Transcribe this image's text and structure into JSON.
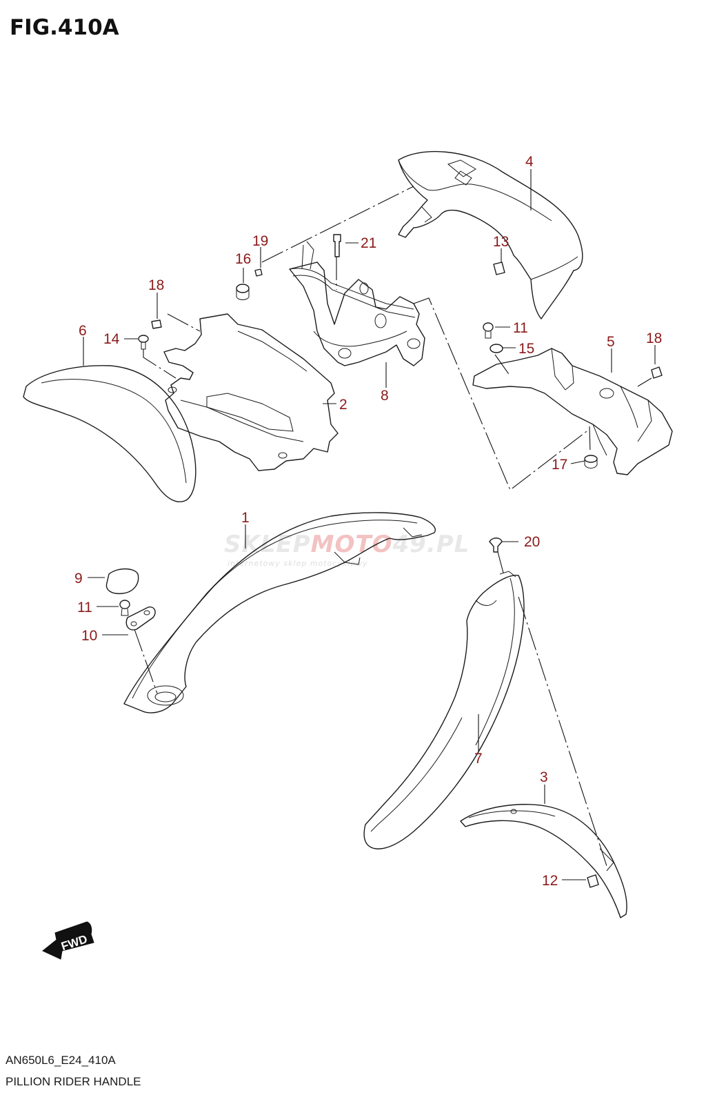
{
  "figure": {
    "title": "FIG.410A",
    "code": "AN650L6_E24_410A",
    "name": "PILLION RIDER HANDLE"
  },
  "callouts": [
    "1",
    "2",
    "3",
    "4",
    "5",
    "6",
    "7",
    "8",
    "9",
    "10",
    "11",
    "11",
    "12",
    "13",
    "14",
    "15",
    "16",
    "17",
    "18",
    "18",
    "19",
    "20",
    "21"
  ],
  "fwd_label": "FWD",
  "watermark": {
    "brand_grey": "SKLEP",
    "brand_red": "MOTO",
    "brand_tail": "49.PL",
    "tagline": "internetowy sklep motocyklowy"
  },
  "colors": {
    "callout": "#8b1a1a",
    "line": "#1a1a1a",
    "watermark_red": "#f0b0b0"
  }
}
